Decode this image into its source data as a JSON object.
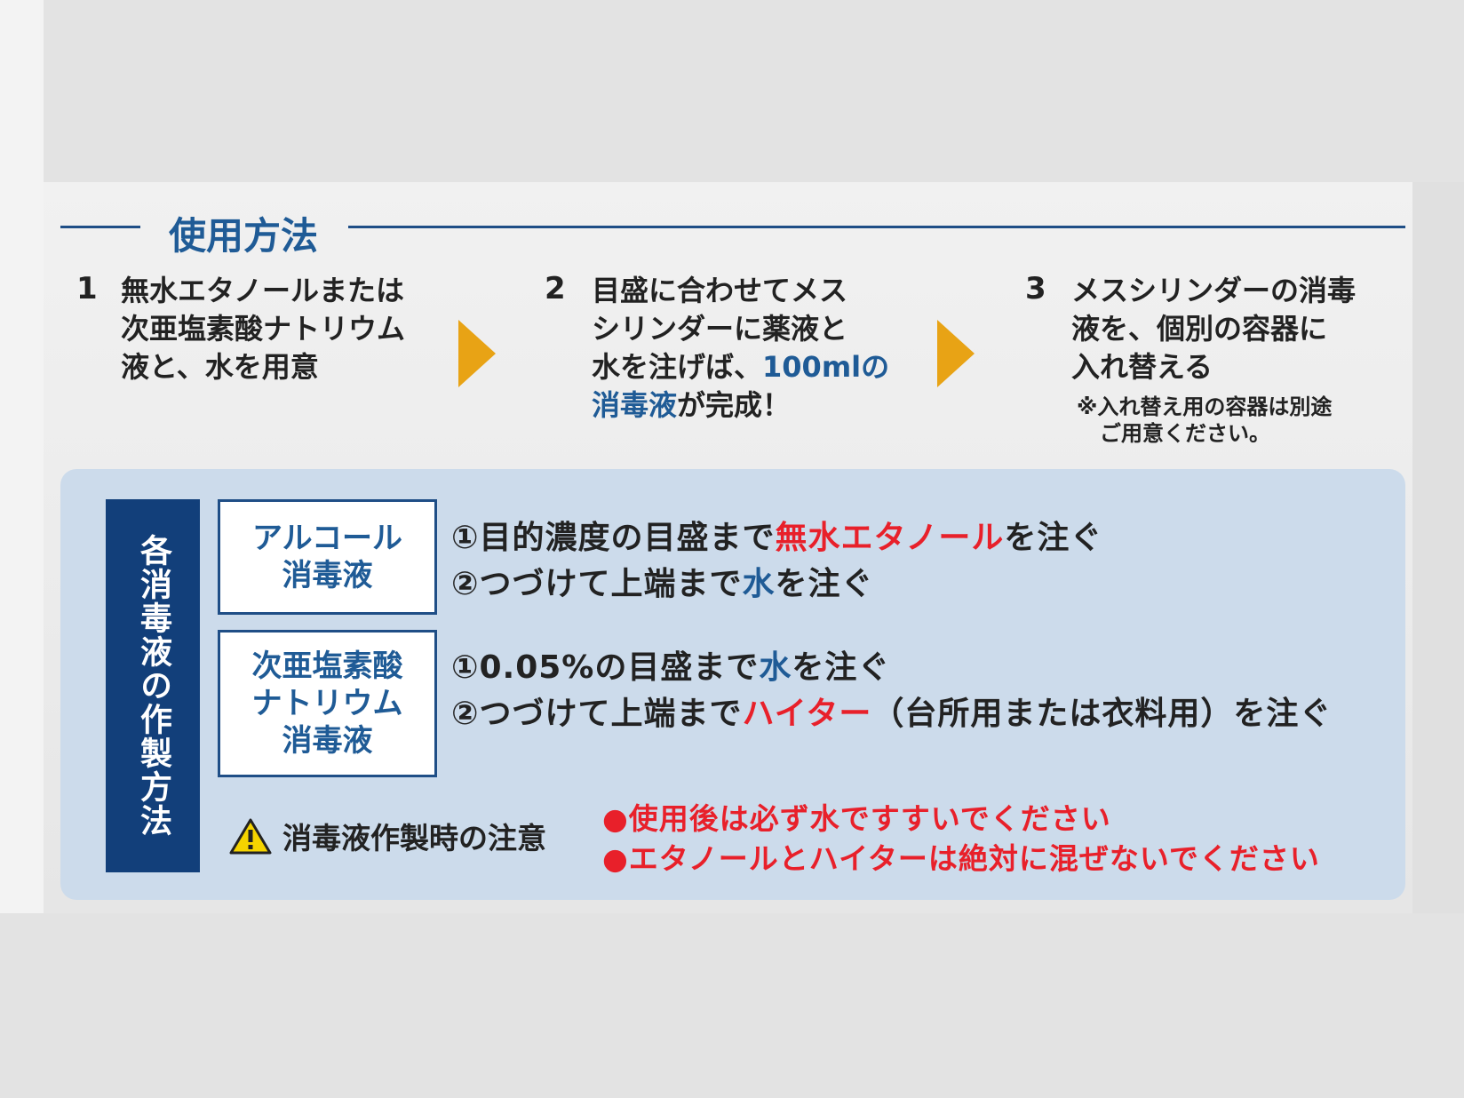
{
  "section": {
    "title": "使用方法"
  },
  "steps": [
    {
      "number": "1",
      "lines": [
        "無水エタノールまたは",
        "次亜塩素酸ナトリウム",
        "液と、水を用意"
      ]
    },
    {
      "number": "2",
      "lines": [
        "目盛に合わせてメス",
        "シリンダーに薬液と"
      ],
      "line3_a": "水を注げば、",
      "line3_b": "100mlの",
      "line4_a": "消毒液",
      "line4_b": "が完成！"
    },
    {
      "number": "3",
      "lines": [
        "メスシリンダーの消毒",
        "液を、個別の容器に",
        "入れ替える"
      ],
      "note_lines": [
        "※入れ替え用の容器は別途",
        "ご用意ください。"
      ]
    }
  ],
  "panel": {
    "vertical_label": "各消毒液の作製方法",
    "alcohol": {
      "label_lines": [
        "アルコール",
        "消毒液"
      ],
      "line1_a": "①目的濃度の目盛まで",
      "line1_b": "無水エタノール",
      "line1_c": "を注ぐ",
      "line2_a": "②つづけて上端まで",
      "line2_b": "水",
      "line2_c": "を注ぐ"
    },
    "hypochlorite": {
      "label_lines": [
        "次亜塩素酸",
        "ナトリウム",
        "消毒液"
      ],
      "line1_a": "①0.05%の目盛まで",
      "line1_b": "水",
      "line1_c": "を注ぐ",
      "line2_a": "②つづけて上端まで",
      "line2_b": "ハイター",
      "line2_c": "（台所用または衣料用）を注ぐ"
    },
    "caution": {
      "label": "消毒液作製時の注意",
      "items": [
        "●使用後は必ず水ですすいでください",
        "●エタノールとハイターは絶対に混ぜないでください"
      ]
    }
  },
  "colors": {
    "navy": "#123f7a",
    "blue_text": "#1f5b96",
    "accent_red": "#e8202a",
    "arrow_orange": "#e8a315",
    "panel_bg": "#ccdbeb"
  }
}
